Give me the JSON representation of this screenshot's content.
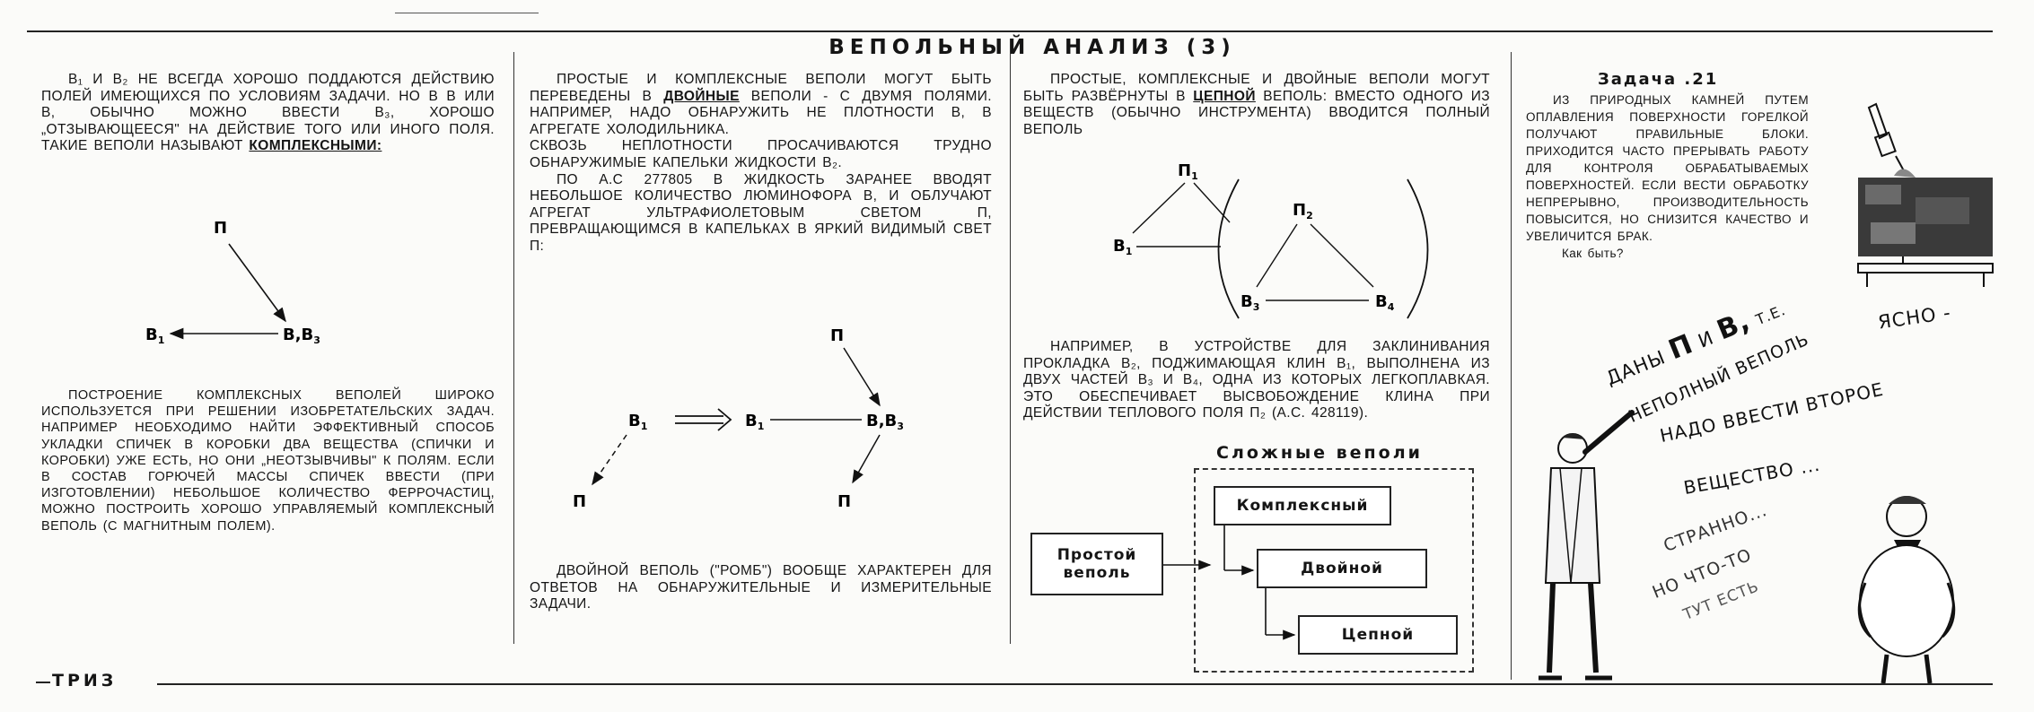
{
  "header": {
    "title": "ВЕПОЛЬНЫЙ АНАЛИЗ (3)"
  },
  "footer": {
    "label": "ТРИЗ"
  },
  "col1": {
    "para1_pre": "B",
    "para1": "₁ и B₂ не всегда хорошо поддаются действию полей имеющихся по условиям задачи. Но в В или В, обычно можно ввести В₃, хорошо „отзывающееся\" на действие того или иного поля. Такие веполи называют ",
    "para1_term": "комплексными:",
    "diagram": {
      "p": "П",
      "b": "В",
      "bb": "В,В",
      "sub1": "1",
      "sub3": "3"
    },
    "para2": "Построение комплексных веполей широко используется при решении изобретательских задач. Например необходимо найти эффективный способ укладки спичек в коробки Два вещества (спички и коробки) уже есть, но они „неотзывчивы\" к полям. Если в состав горючей массы спичек ввести (при изготовлении) небольшое количество феррочастиц, можно построить хорошо управляемый комплексный веполь (с магнитным полем)."
  },
  "col2": {
    "para1_pre": "Простые и комплексные веполи могут быть переведены в ",
    "para1_term": "двойные",
    "para1_post": " веполи - с двумя полями. Например, надо обнаружить не плотности В, в агрегате холодильника.",
    "para2": "Сквозь неплотности просачиваются трудно обнаружимые капельки жидкости В₂.",
    "para3": "По а.с 277805 в жидкость заранее вводят небольшое количество люминофора В, и облучают агрегат ультрафиолетовым светом П, превращающимся в капельках в яркий видимый свет П:",
    "diagram": {
      "p": "П",
      "b": "В",
      "bb": "В,В",
      "sub1": "1",
      "sub3": "3"
    },
    "para4": "Двойной веполь (\"ромб\") вообще характерен для ответов на обнаружительные и измерительные задачи."
  },
  "col3": {
    "para1_pre": "Простые, комплексные и двойные веполи могут быть развёрнуты в ",
    "para1_term": "цепной",
    "para1_post": " веполь: вместо одного из веществ (обычно инструмента) вводится полный веполь",
    "diagram": {
      "p1": "П",
      "b1": "В",
      "p2": "П",
      "b3": "В",
      "b4": "В",
      "s1": "1",
      "s2": "2",
      "s3": "3",
      "s4": "4"
    },
    "para2": "Например, в устройстве для заклинивания прокладка В₂, поджимающая клин В₁, выполнена из двух частей В₃ и В₄, одна из которых легкоплавкая. Это обеспечивает высвобождение клина при действии теплового поля П₂ (а.с. 428119).",
    "complex_title": "Сложные веполи",
    "box_simple": "Простой веполь",
    "box_complex": "Комплексный",
    "box_double": "Двойной",
    "box_chain": "Цепной"
  },
  "col4": {
    "task_title": "Задача .21",
    "task_text": "Из природных камней путем оплавления поверхности горелкой получают правильные блоки. Приходится часто прерывать работу для контроля обрабатываемых поверхностей. Если вести обработку непрерывно, производительность повысится, но снизится качество и увеличится брак.",
    "task_question": "Как быть?",
    "bubble1a": "Даны",
    "bubble1b": "П",
    "bubble1c": "и",
    "bubble1d": "В,",
    "bubble1e": "т.е.",
    "bubble2": "Ясно -",
    "bubble3": "неполный веполь",
    "bubble4": "надо ввести второе",
    "bubble5": "вещество ...",
    "bubble6": "Странно...",
    "bubble7": "Но что-то",
    "bubble8": "тут есть"
  }
}
